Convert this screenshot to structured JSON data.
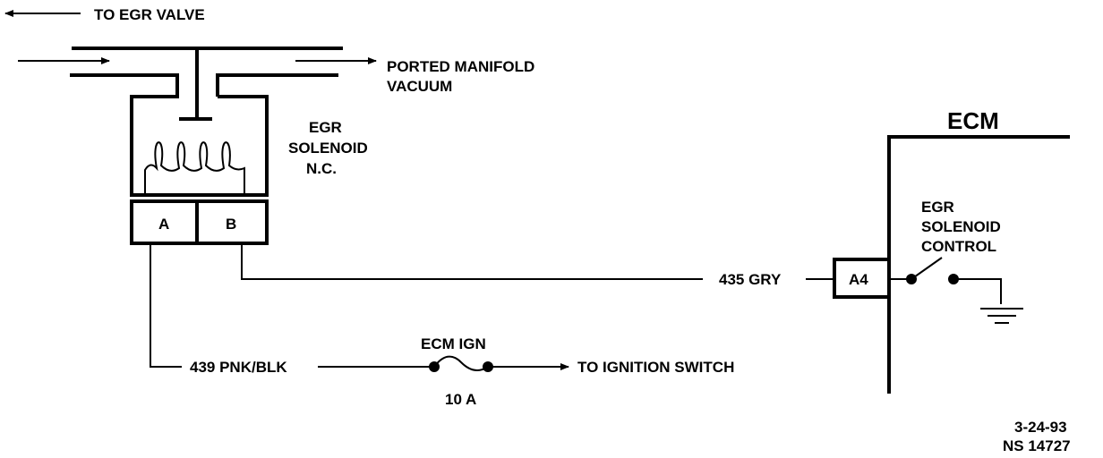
{
  "labels": {
    "to_egr_valve": "TO EGR VALVE",
    "ported_line1": "PORTED MANIFOLD",
    "ported_line2": "VACUUM",
    "solenoid_line1": "EGR",
    "solenoid_line2": "SOLENOID",
    "solenoid_line3": "N.C.",
    "terminal_a": "A",
    "terminal_b": "B",
    "ecm": "ECM",
    "control_line1": "EGR",
    "control_line2": "SOLENOID",
    "control_line3": "CONTROL",
    "ecm_terminal": "A4",
    "wire_gry": "435 GRY",
    "wire_pnk": "439 PNK/BLK",
    "fuse_name": "ECM IGN",
    "fuse_rating": "10 A",
    "to_ignition": "TO IGNITION SWITCH",
    "date": "3-24-93",
    "ref": "NS 14727"
  }
}
